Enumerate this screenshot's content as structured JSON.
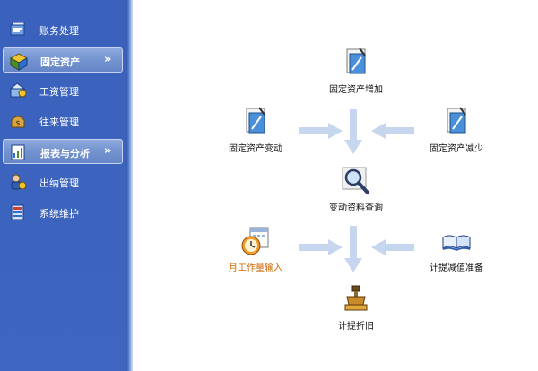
{
  "sidebar": {
    "items": [
      {
        "label": "账务处理",
        "icon": "ledger-icon",
        "active": false
      },
      {
        "label": "固定资产",
        "icon": "fixed-assets-icon",
        "active": true
      },
      {
        "label": "工资管理",
        "icon": "salary-icon",
        "active": false
      },
      {
        "label": "往来管理",
        "icon": "accounts-icon",
        "active": false
      },
      {
        "label": "报表与分析",
        "icon": "report-icon",
        "active": true
      },
      {
        "label": "出纳管理",
        "icon": "cashier-icon",
        "active": false
      },
      {
        "label": "系统维护",
        "icon": "system-icon",
        "active": false
      }
    ],
    "expand_glyph": "»"
  },
  "flow": {
    "asset_increase": {
      "label": "固定资产增加",
      "icon": "document-icon"
    },
    "asset_change": {
      "label": "固定资产变动",
      "icon": "document-icon"
    },
    "asset_decrease": {
      "label": "固定资产减少",
      "icon": "document-icon"
    },
    "query": {
      "label": "变动资料查询",
      "icon": "magnifier-icon"
    },
    "workload_input": {
      "label": "月工作量输入",
      "icon": "calendar-clock-icon"
    },
    "impairment": {
      "label": "计提减值准备",
      "icon": "open-book-icon"
    },
    "depreciation": {
      "label": "计提折旧",
      "icon": "stamp-icon"
    }
  },
  "colors": {
    "sidebar_bg": "#3c64be",
    "active_item_bg": "#7393d0",
    "arrow": "#c5d6ee",
    "link_text": "#cc6600"
  }
}
